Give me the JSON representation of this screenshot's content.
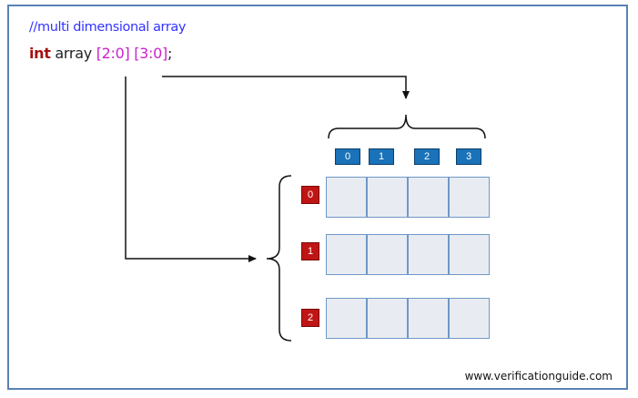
{
  "code": {
    "comment": "//multi dimensional array",
    "keyword": "int",
    "name": "array",
    "dim1": "[2:0]",
    "dim2": "[3:0]",
    "terminator": ";"
  },
  "column_indices": [
    "0",
    "1",
    "2",
    "3"
  ],
  "row_indices": [
    "0",
    "1",
    "2"
  ],
  "footer": "www.verificationguide.com",
  "colors": {
    "frame": "#5b82b5",
    "comment": "#3333ff",
    "keyword": "#a51010",
    "dimension": "#cc22cc",
    "column_index_bg": "#1a72b8",
    "row_index_bg": "#c01515",
    "cell_bg": "#e8ecf2",
    "cell_border": "#6e98c6"
  }
}
